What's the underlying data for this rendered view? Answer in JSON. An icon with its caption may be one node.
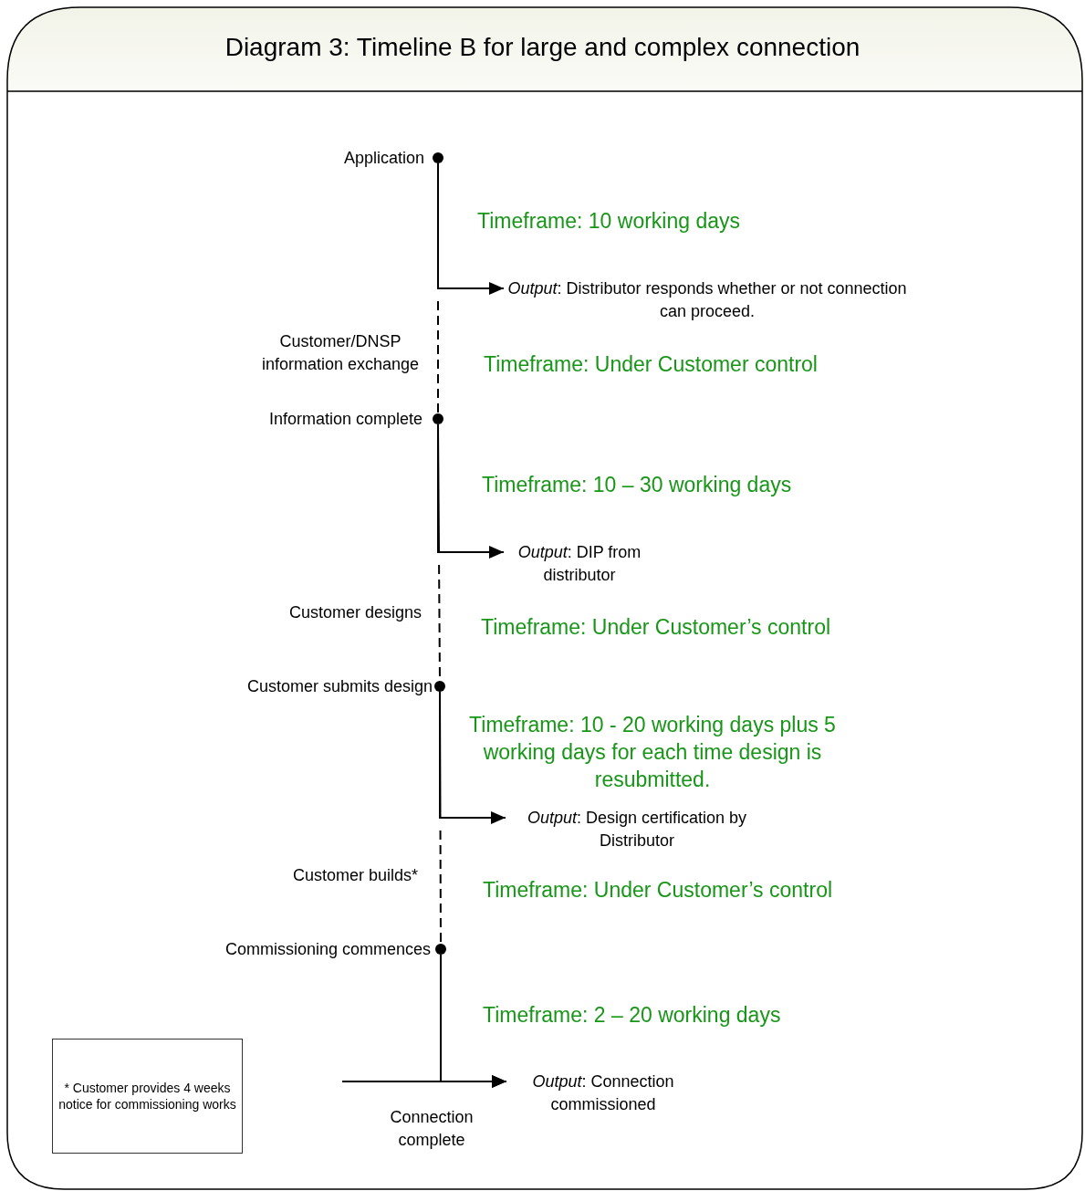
{
  "diagram": {
    "title": "Diagram 3:  Timeline B for large and complex connection",
    "nodes": [
      {
        "text": [
          "Application"
        ]
      },
      {
        "text": [
          "Information complete"
        ]
      },
      {
        "text": [
          "Customer submits design"
        ]
      },
      {
        "text": [
          "Commissioning commences"
        ]
      },
      {
        "text": [
          "*Output*: Distributor responds whether or not connection can proceed."
        ]
      },
      {
        "text": [
          "*Output*: DIP from distributor"
        ]
      },
      {
        "text": [
          "*Output*: Design certification by Distributor"
        ]
      },
      {
        "text": [
          "*Output*: Connection commissioned"
        ]
      },
      {
        "text": [
          "* Customer provides 4 weeks notice for commissioning works"
        ]
      }
    ],
    "edges": [
      {
        "from": 0,
        "to": 4,
        "arrow": "to"
      },
      {
        "from": 0,
        "to": 1,
        "arrow": "none",
        "style": "dashed"
      },
      {
        "from": 1,
        "to": 5,
        "arrow": "to"
      },
      {
        "from": 1,
        "to": 2,
        "arrow": "none",
        "style": "dashed"
      },
      {
        "from": 2,
        "to": 6,
        "arrow": "to"
      },
      {
        "from": 2,
        "to": 3,
        "arrow": "none",
        "style": "dashed"
      },
      {
        "from": 3,
        "to": 7,
        "arrow": "to"
      },
      {
        "from": null,
        "to": 7,
        "arrow": "to"
      }
    ],
    "labels": [
      "Timeframe: 10 working days",
      "Customer/DNSP information exchange",
      "Timeframe: Under Customer control",
      "Timeframe: 10 – 30 working days",
      "Customer designs",
      "Timeframe: Under Customer’s control",
      "Timeframe: 10 - 20 working days plus 5 working days for each time design is resubmitted.",
      "Customer builds*",
      "Timeframe: Under Customer’s control",
      "Timeframe: 2 – 20 working days",
      "Connection complete"
    ]
  }
}
